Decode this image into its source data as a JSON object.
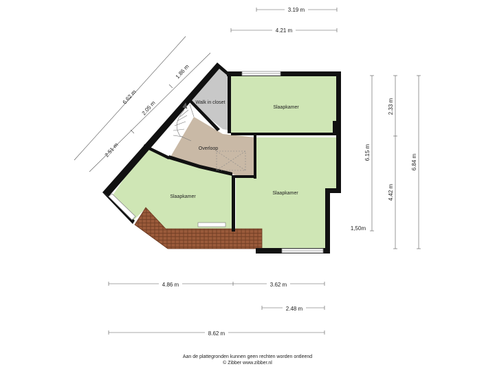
{
  "dimensions": {
    "top_1": "3.19 m",
    "top_2": "4.21 m",
    "diag_total": "6.62 m",
    "diag_a": "2.51 m",
    "diag_b": "2.05 m",
    "diag_c": "1.86 m",
    "right_a": "6.15 m",
    "right_b": "2.33 m",
    "right_c": "4.42 m",
    "right_total": "6.84 m",
    "bottom_left": "4.86 m",
    "bottom_right": "3.62 m",
    "bottom_small": "2.48 m",
    "bottom_total": "8.62 m",
    "side_note": "1,50m"
  },
  "rooms": {
    "walk_in_closet": "Walk in closet",
    "bedroom_top": "Slaapkamer",
    "landing": "Overloop",
    "bedroom_left": "Slaapkamer",
    "bedroom_right": "Slaapkamer"
  },
  "footer": {
    "line1": "Aan de plattegronden kunnen geen rechten worden ontleend",
    "line2": "© Zibber www.zibber.nl"
  },
  "colors": {
    "room_green": "#cfe6b5",
    "landing_tan": "#c9b9a6",
    "closet_gray": "#c8c8c8",
    "roof_brown": "#9a5a3a",
    "wall": "#111111"
  }
}
